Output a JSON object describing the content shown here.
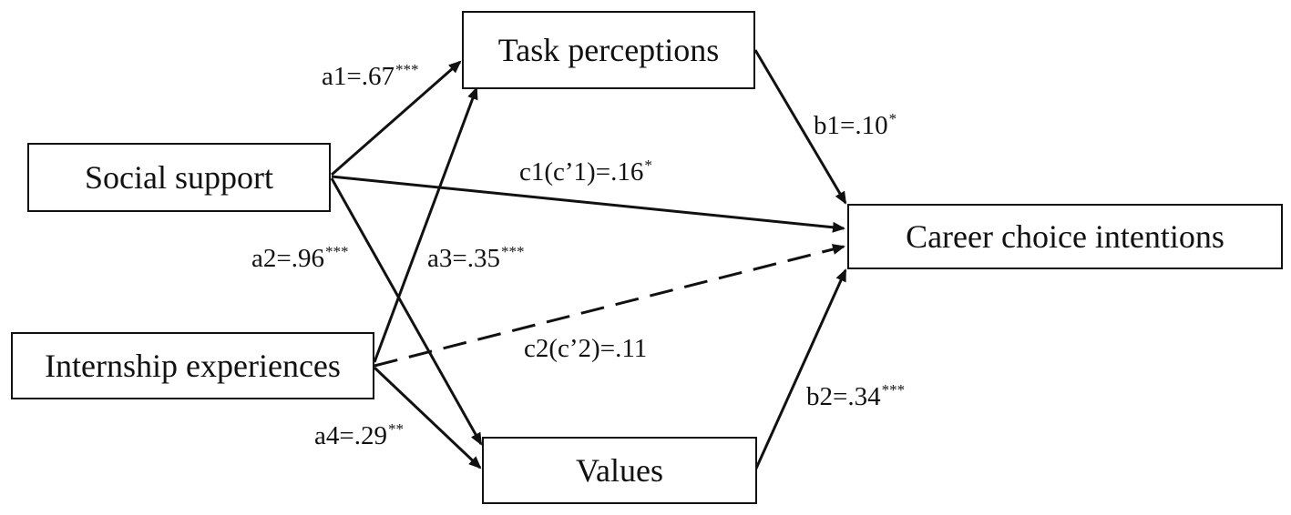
{
  "nodes": {
    "task_perceptions": "Task perceptions",
    "social_support": "Social support",
    "career_choice_intentions": "Career choice intentions",
    "internship_experiences": "Internship experiences",
    "values": "Values"
  },
  "paths": {
    "a1": {
      "text": "a1=.67",
      "stars": "***"
    },
    "b1": {
      "text": "b1=.10",
      "stars": "*"
    },
    "c1": {
      "text": "c1(c’1)=.16",
      "stars": "*"
    },
    "a2": {
      "text": "a2=.96",
      "stars": "***"
    },
    "a3": {
      "text": "a3=.35",
      "stars": "***"
    },
    "c2": {
      "text": "c2(c’2)=.11",
      "stars": ""
    },
    "b2": {
      "text": "b2=.34",
      "stars": "***"
    },
    "a4": {
      "text": "a4=.29",
      "stars": "**"
    }
  },
  "line_color": "#111111"
}
